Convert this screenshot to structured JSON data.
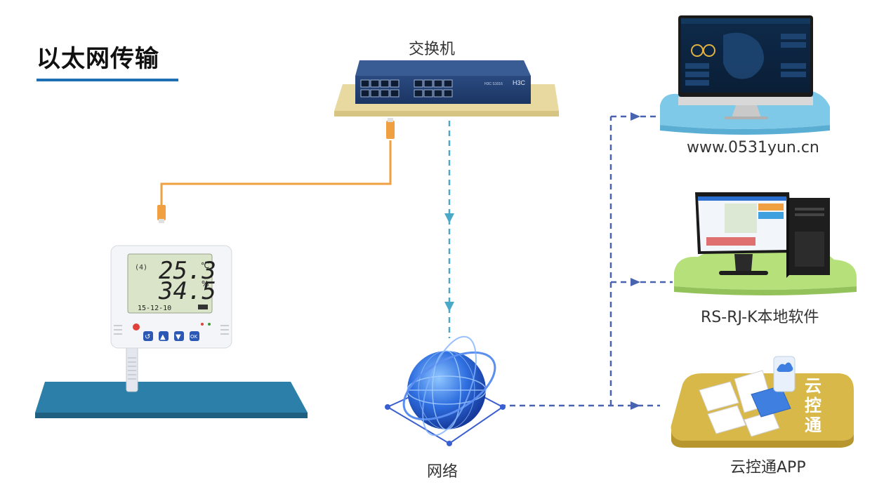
{
  "title": "以太网传输",
  "switch": {
    "label": "交换机",
    "brand": "H3C",
    "model": "H3C S1016"
  },
  "network": {
    "label": "网络"
  },
  "targets": [
    {
      "id": "web",
      "label": "www.0531yun.cn"
    },
    {
      "id": "local",
      "label": "RS-RJ-K本地软件"
    },
    {
      "id": "app",
      "label": "云控通APP",
      "badge": [
        "云",
        "控",
        "通"
      ]
    }
  ],
  "device": {
    "temperature": "25.3",
    "temp_unit": "℃",
    "humidity": "34.5",
    "hum_unit": "%",
    "date": "15-12-10",
    "channel": "(4)",
    "buttons": [
      "↺",
      "▲",
      "▼",
      "OK"
    ]
  },
  "colors": {
    "accent": "#1f6fb5",
    "cable": "#f0a040",
    "dash_teal": "#4aa8c8",
    "dash_blue": "#4a63b0",
    "platform_blue": "#2c7fa8",
    "cloud_blue": "#7ec8e8",
    "cloud_green": "#b6e07a",
    "cloud_gold": "#d9b84a",
    "switch_pad": "#e8d9a0"
  }
}
